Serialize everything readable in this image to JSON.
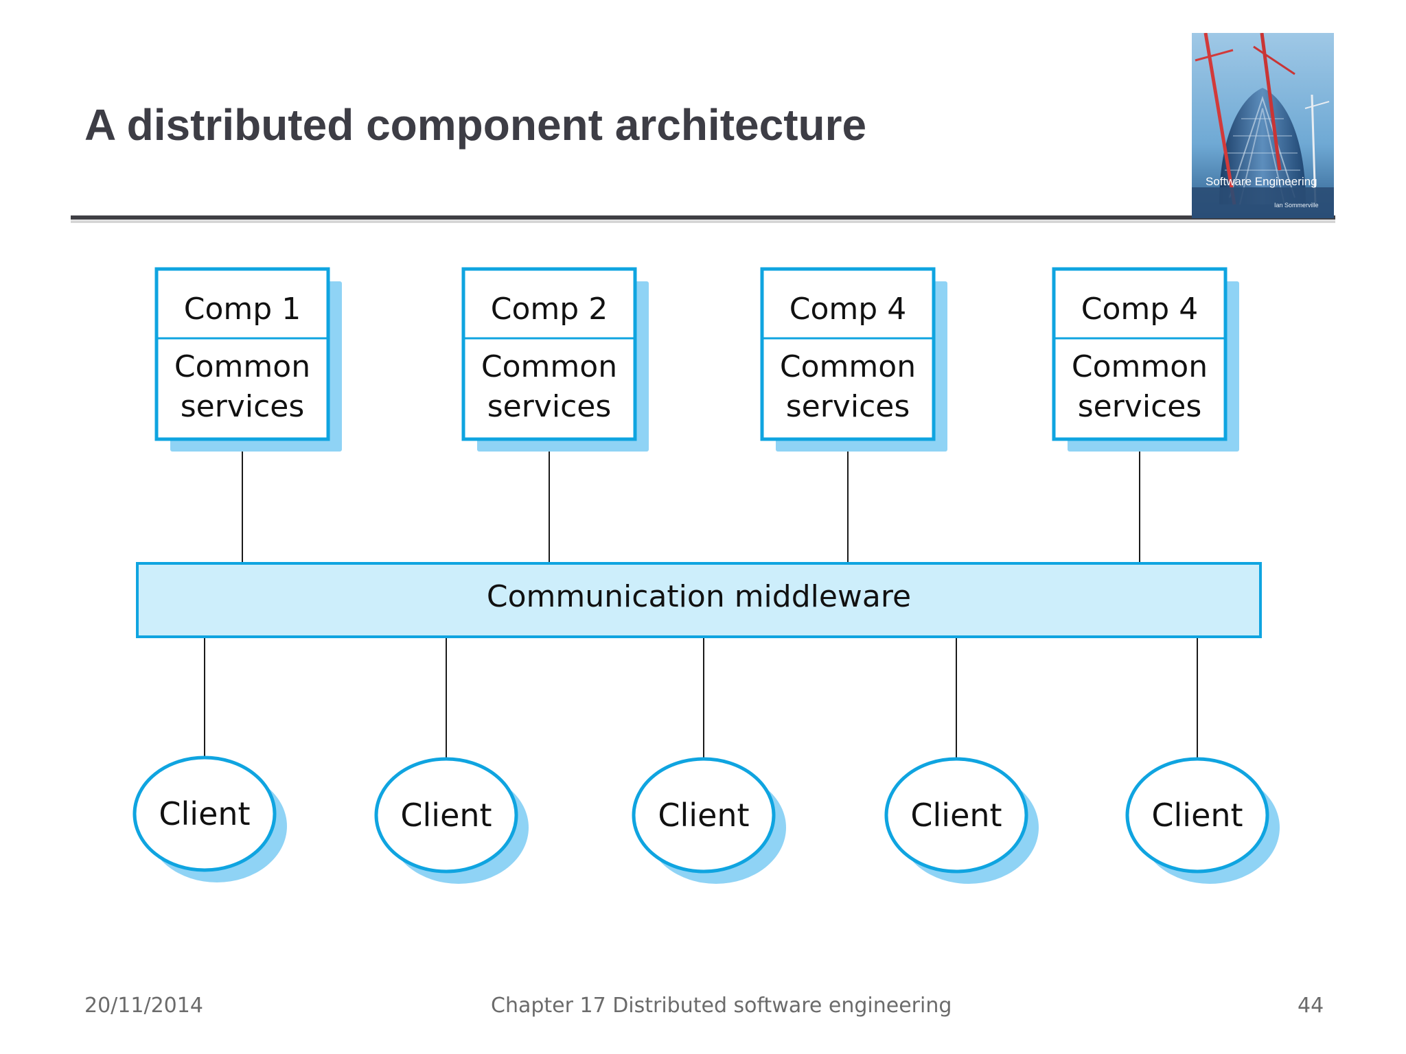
{
  "slide": {
    "title": "A distributed component architecture"
  },
  "book_cover": {
    "icon": "book-cover-image",
    "title": "Software Engineering",
    "author": "Ian Sommerville"
  },
  "diagram": {
    "components": [
      {
        "name": "Comp 1",
        "services": [
          "Common",
          "services"
        ]
      },
      {
        "name": "Comp 2",
        "services": [
          "Common",
          "services"
        ]
      },
      {
        "name": "Comp 4",
        "services": [
          "Common",
          "services"
        ]
      },
      {
        "name": "Comp 4",
        "services": [
          "Common",
          "services"
        ]
      }
    ],
    "middleware": {
      "label": "Communication middleware"
    },
    "clients": [
      {
        "label": "Client"
      },
      {
        "label": "Client"
      },
      {
        "label": "Client"
      },
      {
        "label": "Client"
      },
      {
        "label": "Client"
      }
    ],
    "colors": {
      "box_border": "#0fa4e0",
      "box_fill": "#ffffff",
      "shadow": "#8fd3f5",
      "middleware_fill": "#cdeefb",
      "connector": "#1a1a1a"
    }
  },
  "footer": {
    "date": "20/11/2014",
    "chapter": "Chapter 17 Distributed software engineering",
    "page": "44"
  }
}
